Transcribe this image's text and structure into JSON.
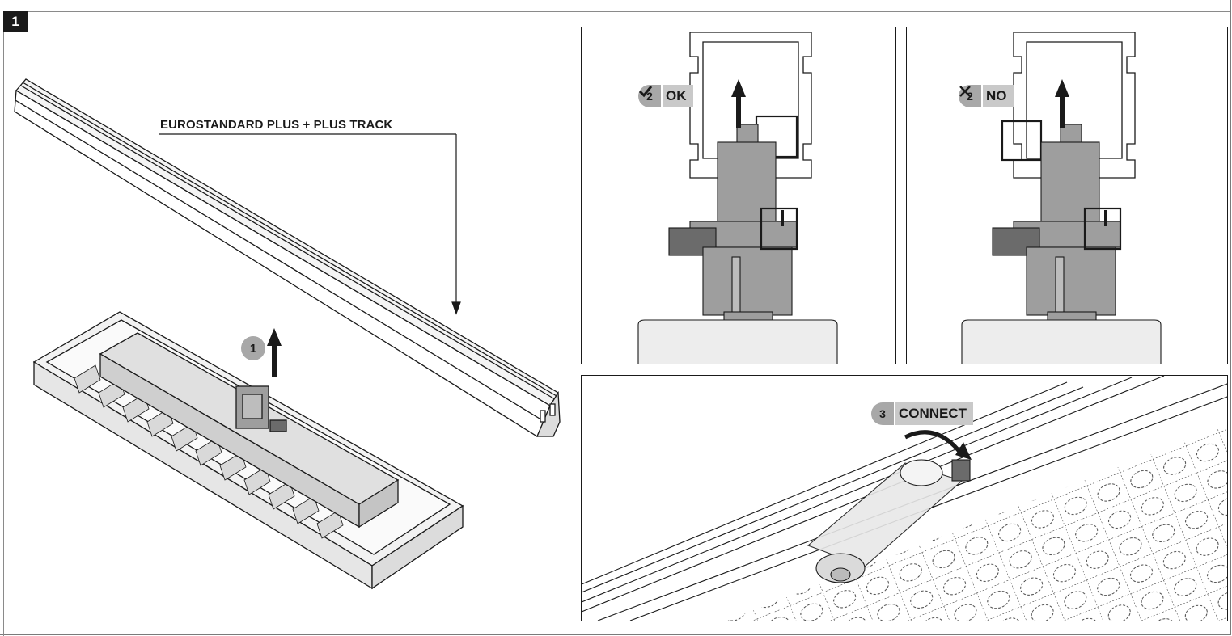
{
  "figure": {
    "step_number": "1",
    "track_label": "EUROSTANDARD PLUS + PLUS TRACK"
  },
  "callouts": {
    "step1": {
      "number": "1"
    },
    "ok": {
      "number": "2",
      "label": "OK"
    },
    "no": {
      "number": "2",
      "label": "NO"
    },
    "connect": {
      "number": "3",
      "label": "CONNECT"
    }
  },
  "colors": {
    "line": "#1a1a1a",
    "callout_number_bg": "#a8a8a8",
    "callout_label_bg": "#c9c9c9",
    "part_grey": "#9e9e9e",
    "part_dark": "#6b6b6b",
    "fixture_fill": "#ededed"
  }
}
